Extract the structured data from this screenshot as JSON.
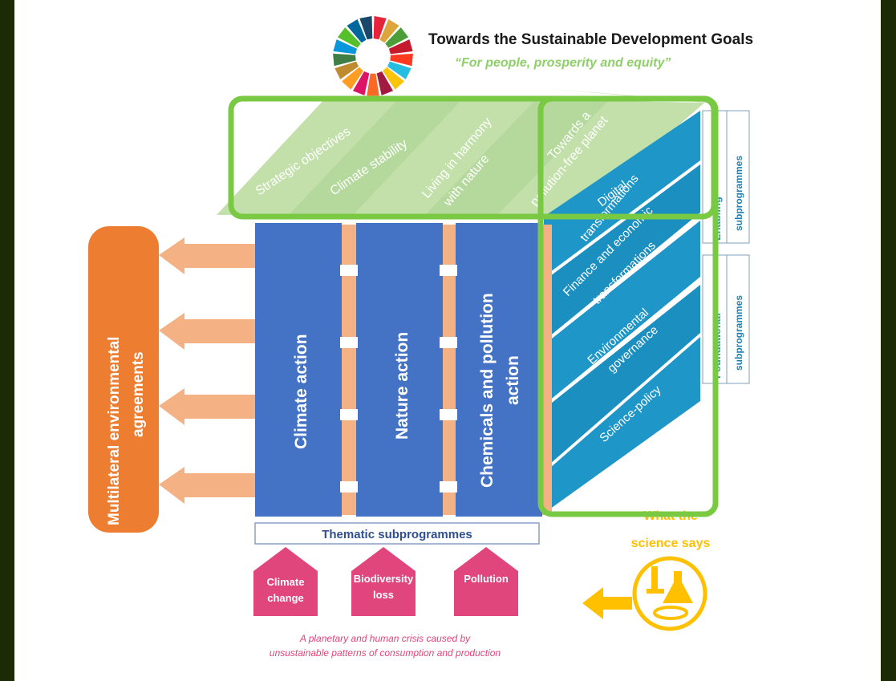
{
  "header": {
    "title": "Towards the Sustainable Development Goals",
    "subtitle": "“For people, prosperity and equity”"
  },
  "objectives": {
    "label": "Strategic objectives",
    "items": [
      "Climate stability",
      "Living in harmony",
      "with nature",
      "Towards a",
      "pollution-free planet"
    ]
  },
  "agreements": {
    "line1": "Multilateral environmental",
    "line2": "agreements"
  },
  "thematic": {
    "pillars": [
      "Climate action",
      "Nature action",
      "Chemicals and pollution",
      "action"
    ],
    "label": "Thematic subprogrammes"
  },
  "enabling": {
    "items": [
      "Digital",
      "transformations",
      "Finance and economic",
      "transformations"
    ],
    "side_label": "Enabling",
    "side_label2": "subprogrammes"
  },
  "foundational": {
    "items": [
      "Environmental",
      "governance",
      "Science-policy"
    ],
    "side_label": "Foundational",
    "side_label2": "subprogrammes"
  },
  "crises": {
    "items": [
      "Climate",
      "change",
      "Biodiversity",
      "loss",
      "Pollution"
    ],
    "caption_line1": "A planetary and human crisis caused by",
    "caption_line2": "unsustainable patterns of consumption and production"
  },
  "science": {
    "line1": "What the",
    "line2": "science says"
  },
  "colors": {
    "background": "#1c2a06",
    "pillar": "#4472c4",
    "diagonal": "#1f96c8",
    "roof": "#a9d18e",
    "agreements": "#ed7d31",
    "arrow": "#f4b183",
    "crisis": "#e0457b",
    "science": "#ffc000",
    "highlight": "#7ac943"
  }
}
